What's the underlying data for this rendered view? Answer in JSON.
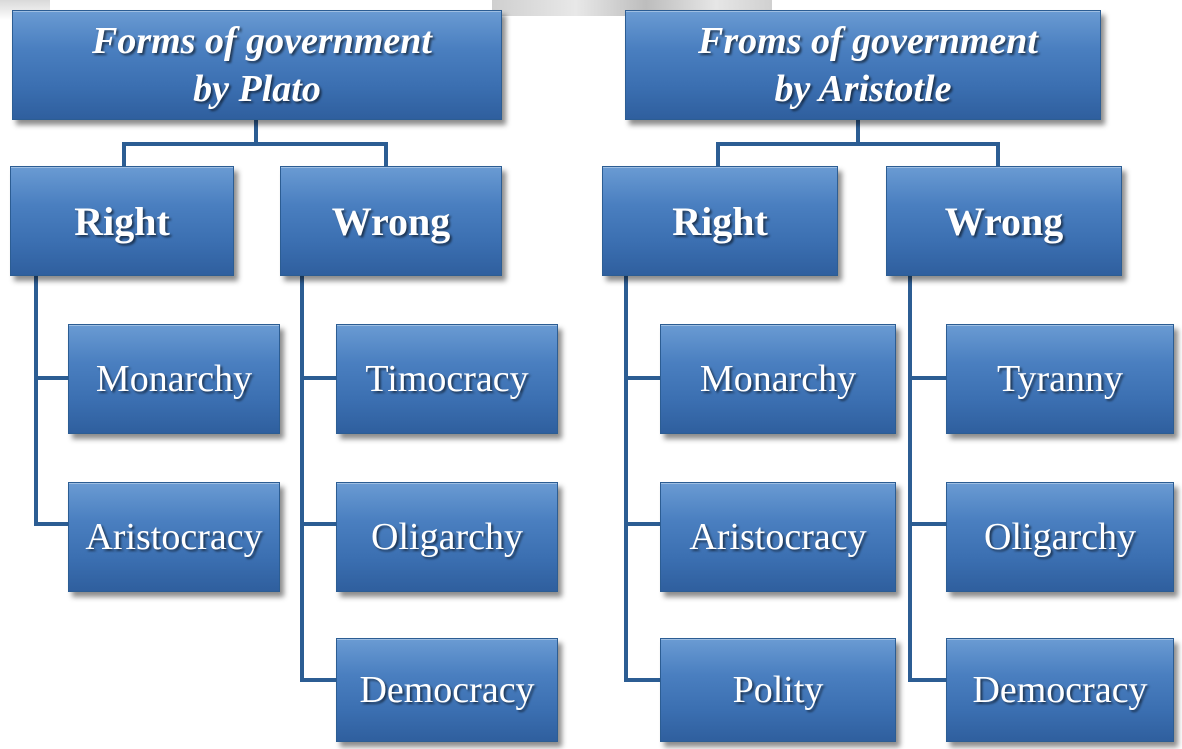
{
  "plato": {
    "title_line1": "Forms of government",
    "title_line2": "by Plato",
    "right": {
      "label": "Right",
      "items": [
        "Monarchy",
        "Aristocracy"
      ]
    },
    "wrong": {
      "label": "Wrong",
      "items": [
        "Timocracy",
        "Oligarchy",
        "Democracy"
      ]
    }
  },
  "aristotle": {
    "title_line1": "Froms of government",
    "title_line2": "by Aristotle",
    "right": {
      "label": "Right",
      "items": [
        "Monarchy",
        "Aristocracy",
        "Polity"
      ]
    },
    "wrong": {
      "label": "Wrong",
      "items": [
        "Tyranny",
        "Oligarchy",
        "Democracy"
      ]
    }
  },
  "colors": {
    "box_fill": "#4a7fc0",
    "connector": "#2c5d93",
    "text": "#ffffff"
  }
}
